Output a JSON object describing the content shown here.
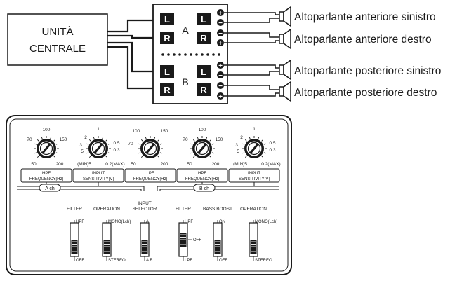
{
  "head_unit": {
    "line1": "UNITÀ",
    "line2": "CENTRALE"
  },
  "group_a_label": "A",
  "group_b_label": "B",
  "channel_letters": {
    "left": "L",
    "right": "R"
  },
  "terminal_symbols": {
    "plus": "+",
    "minus": "−"
  },
  "speakers": [
    {
      "label": "Altoparlante anteriore sinistro"
    },
    {
      "label": "Altoparlante anteriore destro"
    },
    {
      "label": "Altoparlante posteriore sinistro"
    },
    {
      "label": "Altoparlante posteriore destro"
    }
  ],
  "knobs": [
    {
      "ticks": [
        "70",
        "100",
        "150",
        "50",
        "200"
      ],
      "box_label_1": "HPF",
      "box_label_2": "FREQUENCY[Hz]"
    },
    {
      "ticks": [
        "3",
        "2",
        "1",
        "0.5",
        "5",
        "0.2(MAX)",
        "(MIN)5",
        "0.3"
      ],
      "box_label_1": "INPUT",
      "box_label_2": "SENSITIVITY[V]"
    },
    {
      "ticks": [
        "100",
        "150",
        "70",
        "50",
        "200"
      ],
      "box_label_1": "LPF",
      "box_label_2": "FREQUENCY[Hz]"
    },
    {
      "ticks": [
        "70",
        "100",
        "150",
        "50",
        "200"
      ],
      "box_label_1": "HPF",
      "box_label_2": "FREQUENCY[Hz]"
    },
    {
      "ticks": [
        "3",
        "2",
        "1",
        "0.5",
        "5",
        "0.2(MAX)",
        "(MIN)5",
        "0.3"
      ],
      "box_label_1": "INPUT",
      "box_label_2": "SENSITIVITY[V]"
    }
  ],
  "channel_a_label": "A ch",
  "channel_b_label": "B ch",
  "switches": [
    {
      "title_1": "FILTER",
      "title_2": "",
      "top": "HPF",
      "mid": "",
      "bottom": "OFF",
      "position": "bottom"
    },
    {
      "title_1": "OPERATION",
      "title_2": "",
      "top": "MONO(Lch)",
      "mid": "",
      "bottom": "STEREO",
      "position": "bottom"
    },
    {
      "title_1": "INPUT",
      "title_2": "SELECTOR",
      "top": "A",
      "mid": "",
      "bottom": "A B",
      "position": "bottom"
    },
    {
      "title_1": "FILTER",
      "title_2": "",
      "top": "HPF",
      "mid": "OFF",
      "bottom": "LPF",
      "position": "middle"
    },
    {
      "title_1": "BASS BOOST",
      "title_2": "",
      "top": "ON",
      "mid": "",
      "bottom": "OFF",
      "position": "bottom"
    },
    {
      "title_1": "OPERATION",
      "title_2": "",
      "top": "MONO(Lch)",
      "mid": "",
      "bottom": "STEREO",
      "position": "bottom"
    }
  ],
  "colors": {
    "ink": "#1a1a1a",
    "paper": "#ffffff"
  }
}
